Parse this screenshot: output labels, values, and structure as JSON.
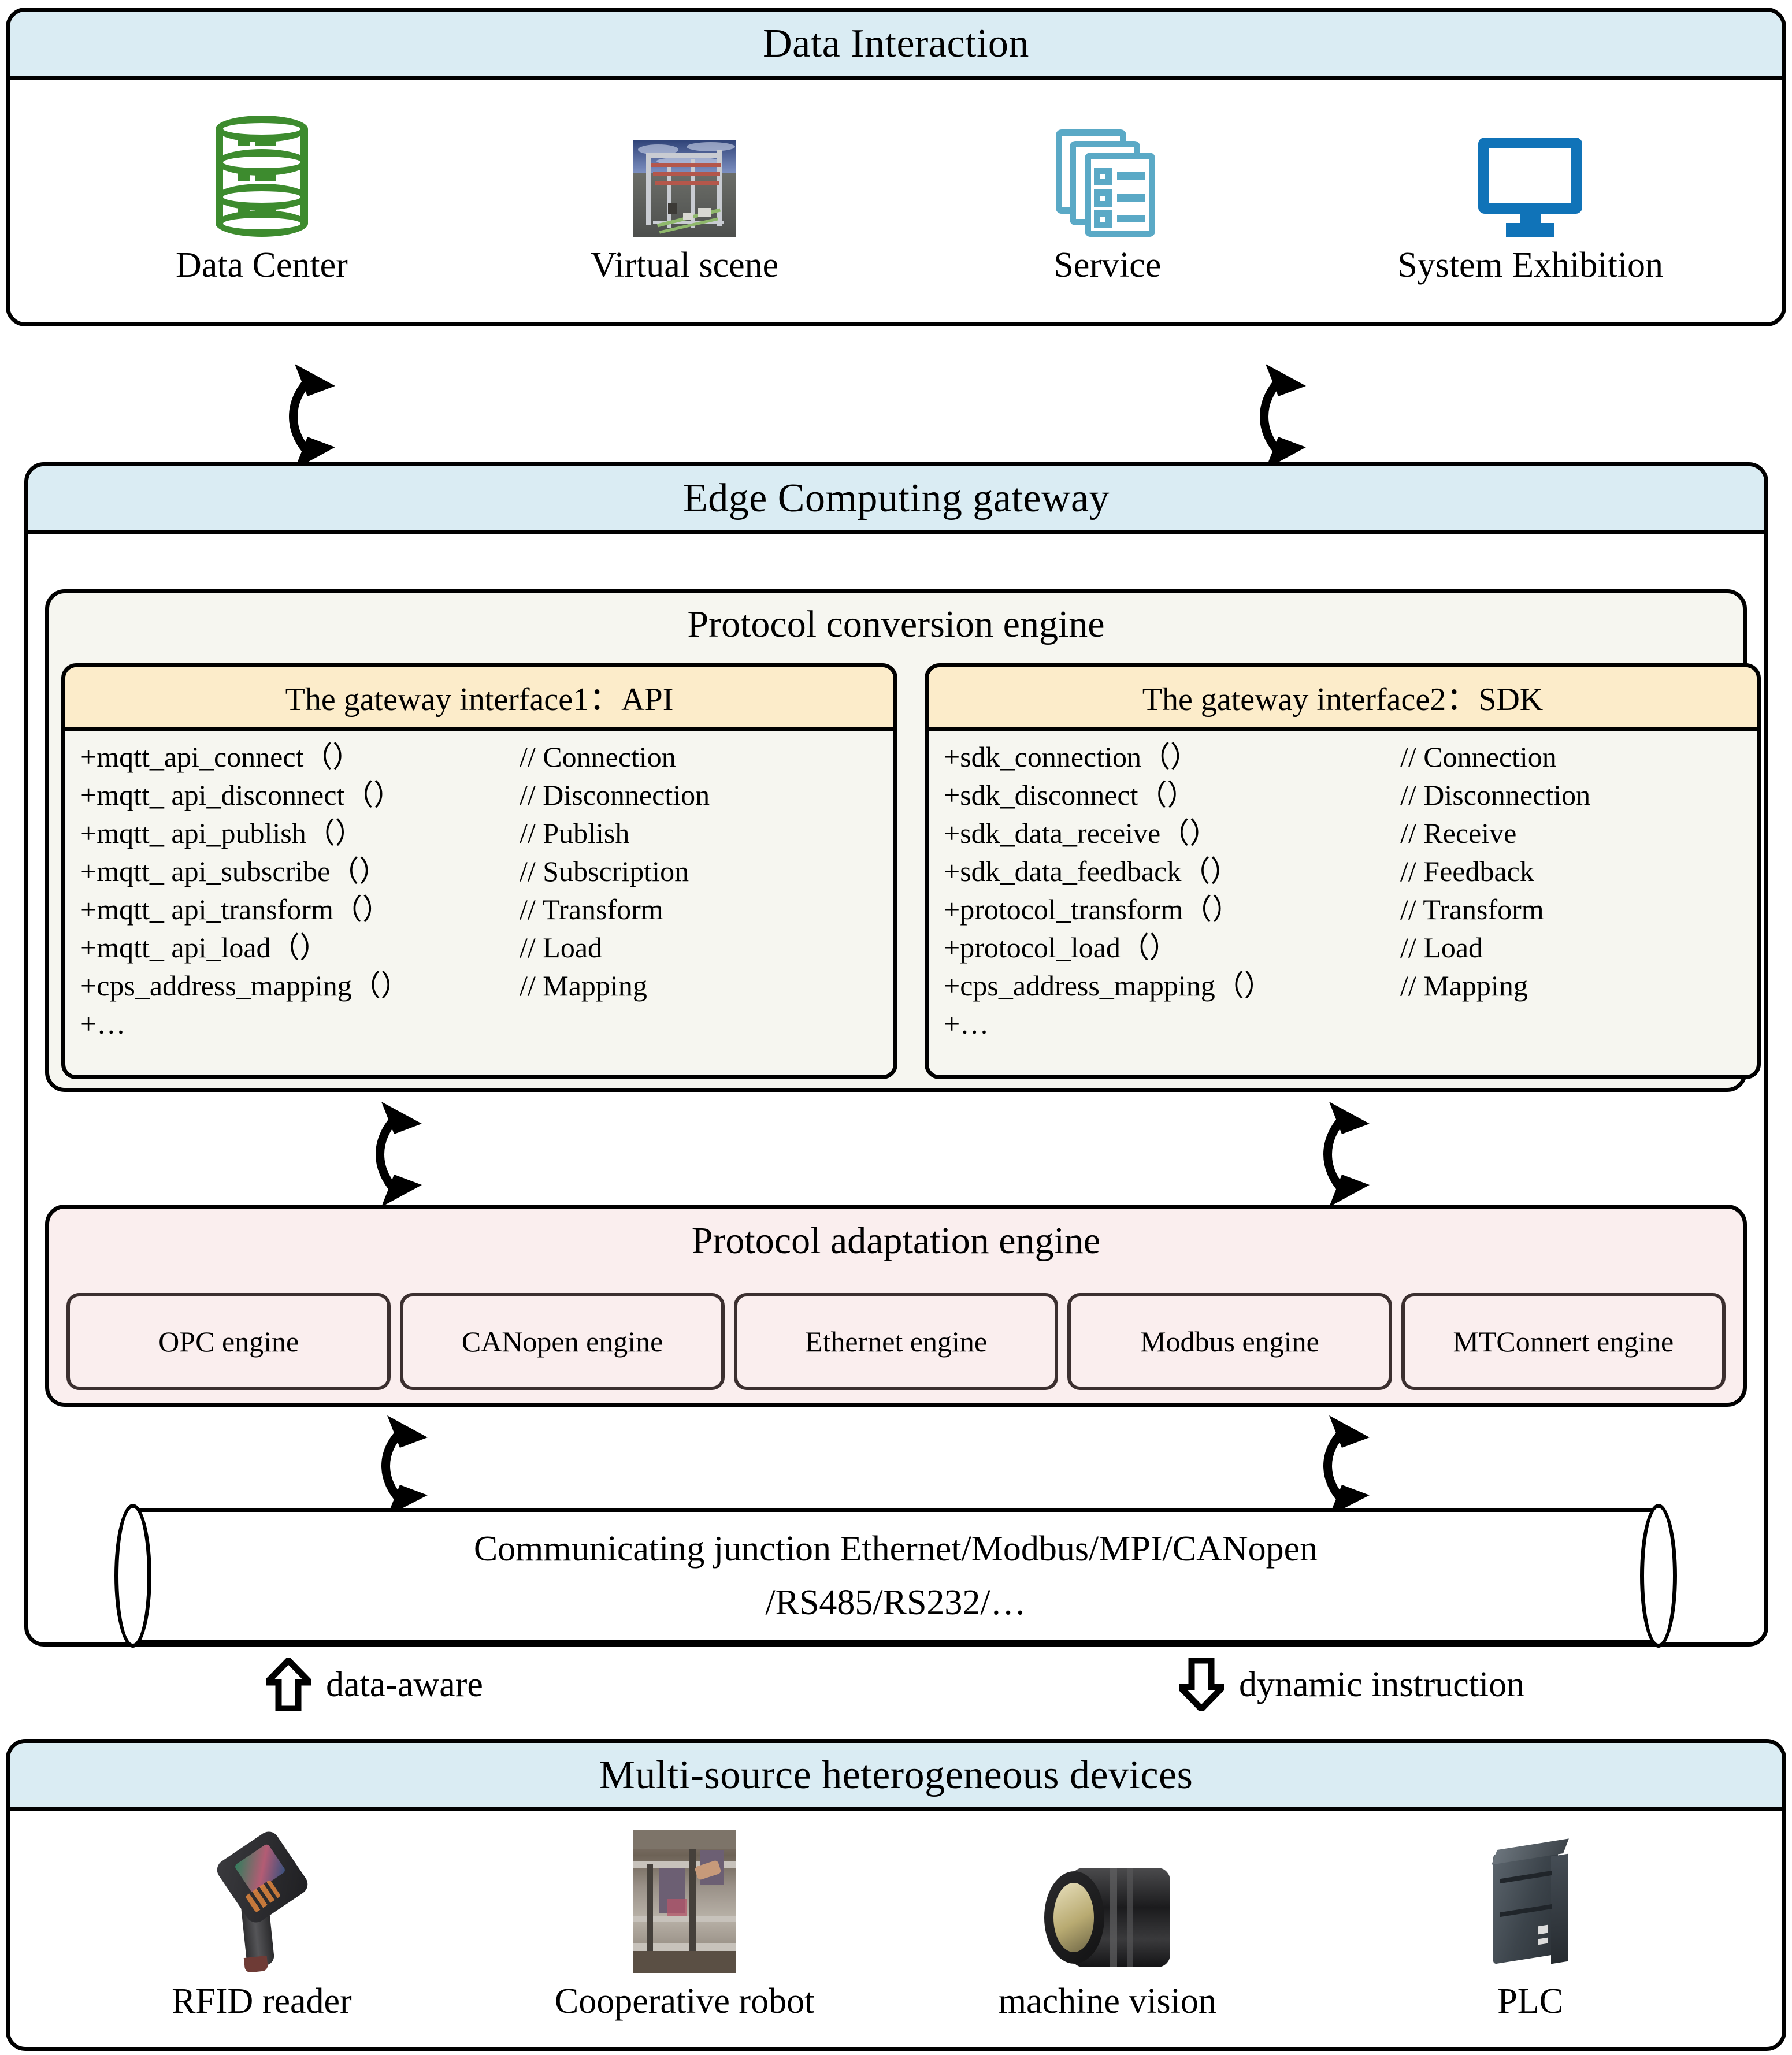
{
  "layers": {
    "data_interaction": {
      "title": "Data Interaction",
      "items": [
        {
          "label": "Data Center",
          "icon": "database-icon"
        },
        {
          "label": "Virtual scene",
          "icon": "virtual-scene-thumbnail"
        },
        {
          "label": "Service",
          "icon": "service-list-icon"
        },
        {
          "label": "System Exhibition",
          "icon": "monitor-icon"
        }
      ]
    },
    "edge_gateway": {
      "title": "Edge Computing gateway",
      "protocol_conversion_engine": {
        "title": "Protocol conversion engine",
        "interfaces": [
          {
            "header": "The gateway interface1：API",
            "methods": [
              {
                "name": "+mqtt_api_connect（）",
                "comment": "// Connection"
              },
              {
                "name": "+mqtt_ api_disconnect（）",
                "comment": "// Disconnection"
              },
              {
                "name": "+mqtt_ api_publish（）",
                "comment": "// Publish"
              },
              {
                "name": "+mqtt_ api_subscribe（）",
                "comment": "// Subscription"
              },
              {
                "name": "+mqtt_ api_transform（）",
                "comment": "// Transform"
              },
              {
                "name": "+mqtt_ api_load（）",
                "comment": "// Load"
              },
              {
                "name": "+cps_address_mapping（）",
                "comment": "// Mapping"
              },
              {
                "name": "+…",
                "comment": ""
              }
            ]
          },
          {
            "header": "The gateway interface2：SDK",
            "methods": [
              {
                "name": "+sdk_connection（）",
                "comment": "// Connection"
              },
              {
                "name": "+sdk_disconnect（）",
                "comment": "// Disconnection"
              },
              {
                "name": "+sdk_data_receive（）",
                "comment": "// Receive"
              },
              {
                "name": "+sdk_data_feedback（）",
                "comment": "// Feedback"
              },
              {
                "name": "+protocol_transform（）",
                "comment": "// Transform"
              },
              {
                "name": "+protocol_load（）",
                "comment": "// Load"
              },
              {
                "name": "+cps_address_mapping（）",
                "comment": "// Mapping"
              },
              {
                "name": "+…",
                "comment": ""
              }
            ]
          }
        ]
      },
      "protocol_adaptation_engine": {
        "title": "Protocol adaptation engine",
        "engines": [
          "OPC engine",
          "CANopen engine",
          "Ethernet engine",
          "Modbus engine",
          "MTConnert engine"
        ]
      },
      "communicating_junction": {
        "line1": "Communicating junction Ethernet/Modbus/MPI/CANopen",
        "line2": "/RS485/RS232/…"
      }
    },
    "devices": {
      "title": "Multi-source heterogeneous devices",
      "items": [
        {
          "label": "RFID reader",
          "icon": "rfid-reader-photo"
        },
        {
          "label": "Cooperative robot",
          "icon": "cooperative-robot-photo"
        },
        {
          "label": "machine vision",
          "icon": "camera-lens-photo"
        },
        {
          "label": "PLC",
          "icon": "plc-module-photo"
        }
      ]
    }
  },
  "flows": [
    {
      "label": "data-aware",
      "direction": "up",
      "icon": "block-arrow-up-icon"
    },
    {
      "label": "dynamic instruction",
      "direction": "down",
      "icon": "block-arrow-down-icon"
    }
  ],
  "colors": {
    "header_blue": "#daecf3",
    "interface_header": "#fcecca",
    "engine_body": "#f6f6f0",
    "adaptation_body": "#faeeee",
    "database_green": "#3d8b2e",
    "service_blue": "#5aa9c6",
    "monitor_blue": "#1073b8",
    "outline": "#000000"
  }
}
